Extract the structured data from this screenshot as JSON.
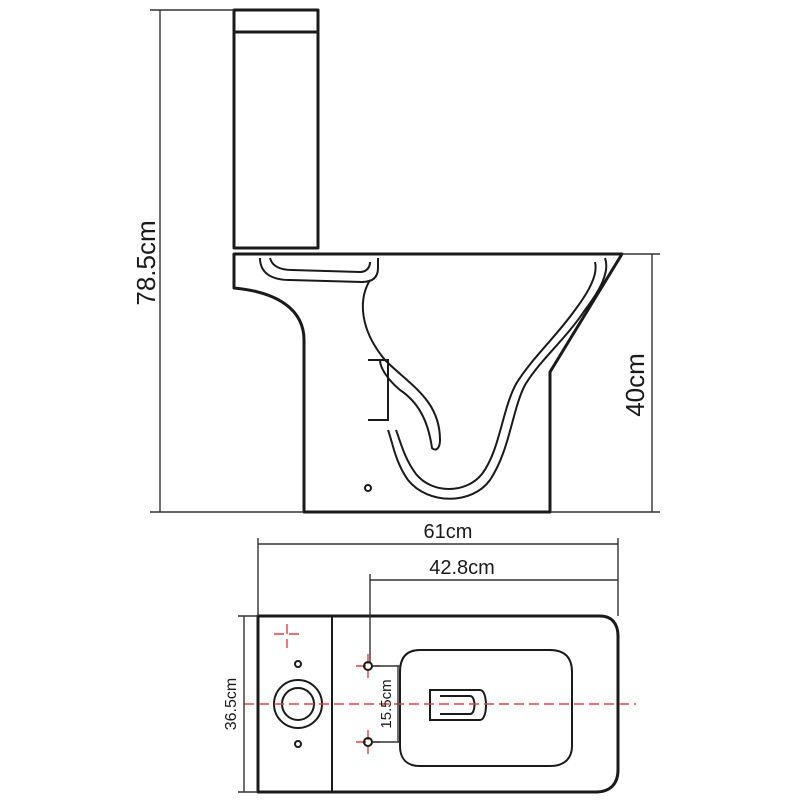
{
  "colors": {
    "outline": "#1a1a1a",
    "dimension_line": "#333333",
    "center_line": "#e04040",
    "background": "#ffffff"
  },
  "side_view": {
    "total_height_label": "78.5cm",
    "seat_height_label": "40cm"
  },
  "top_view": {
    "total_length_label": "61cm",
    "outlet_distance_label": "42.8cm",
    "width_label": "36.5cm",
    "fixing_spacing_label": "15.5cm"
  }
}
